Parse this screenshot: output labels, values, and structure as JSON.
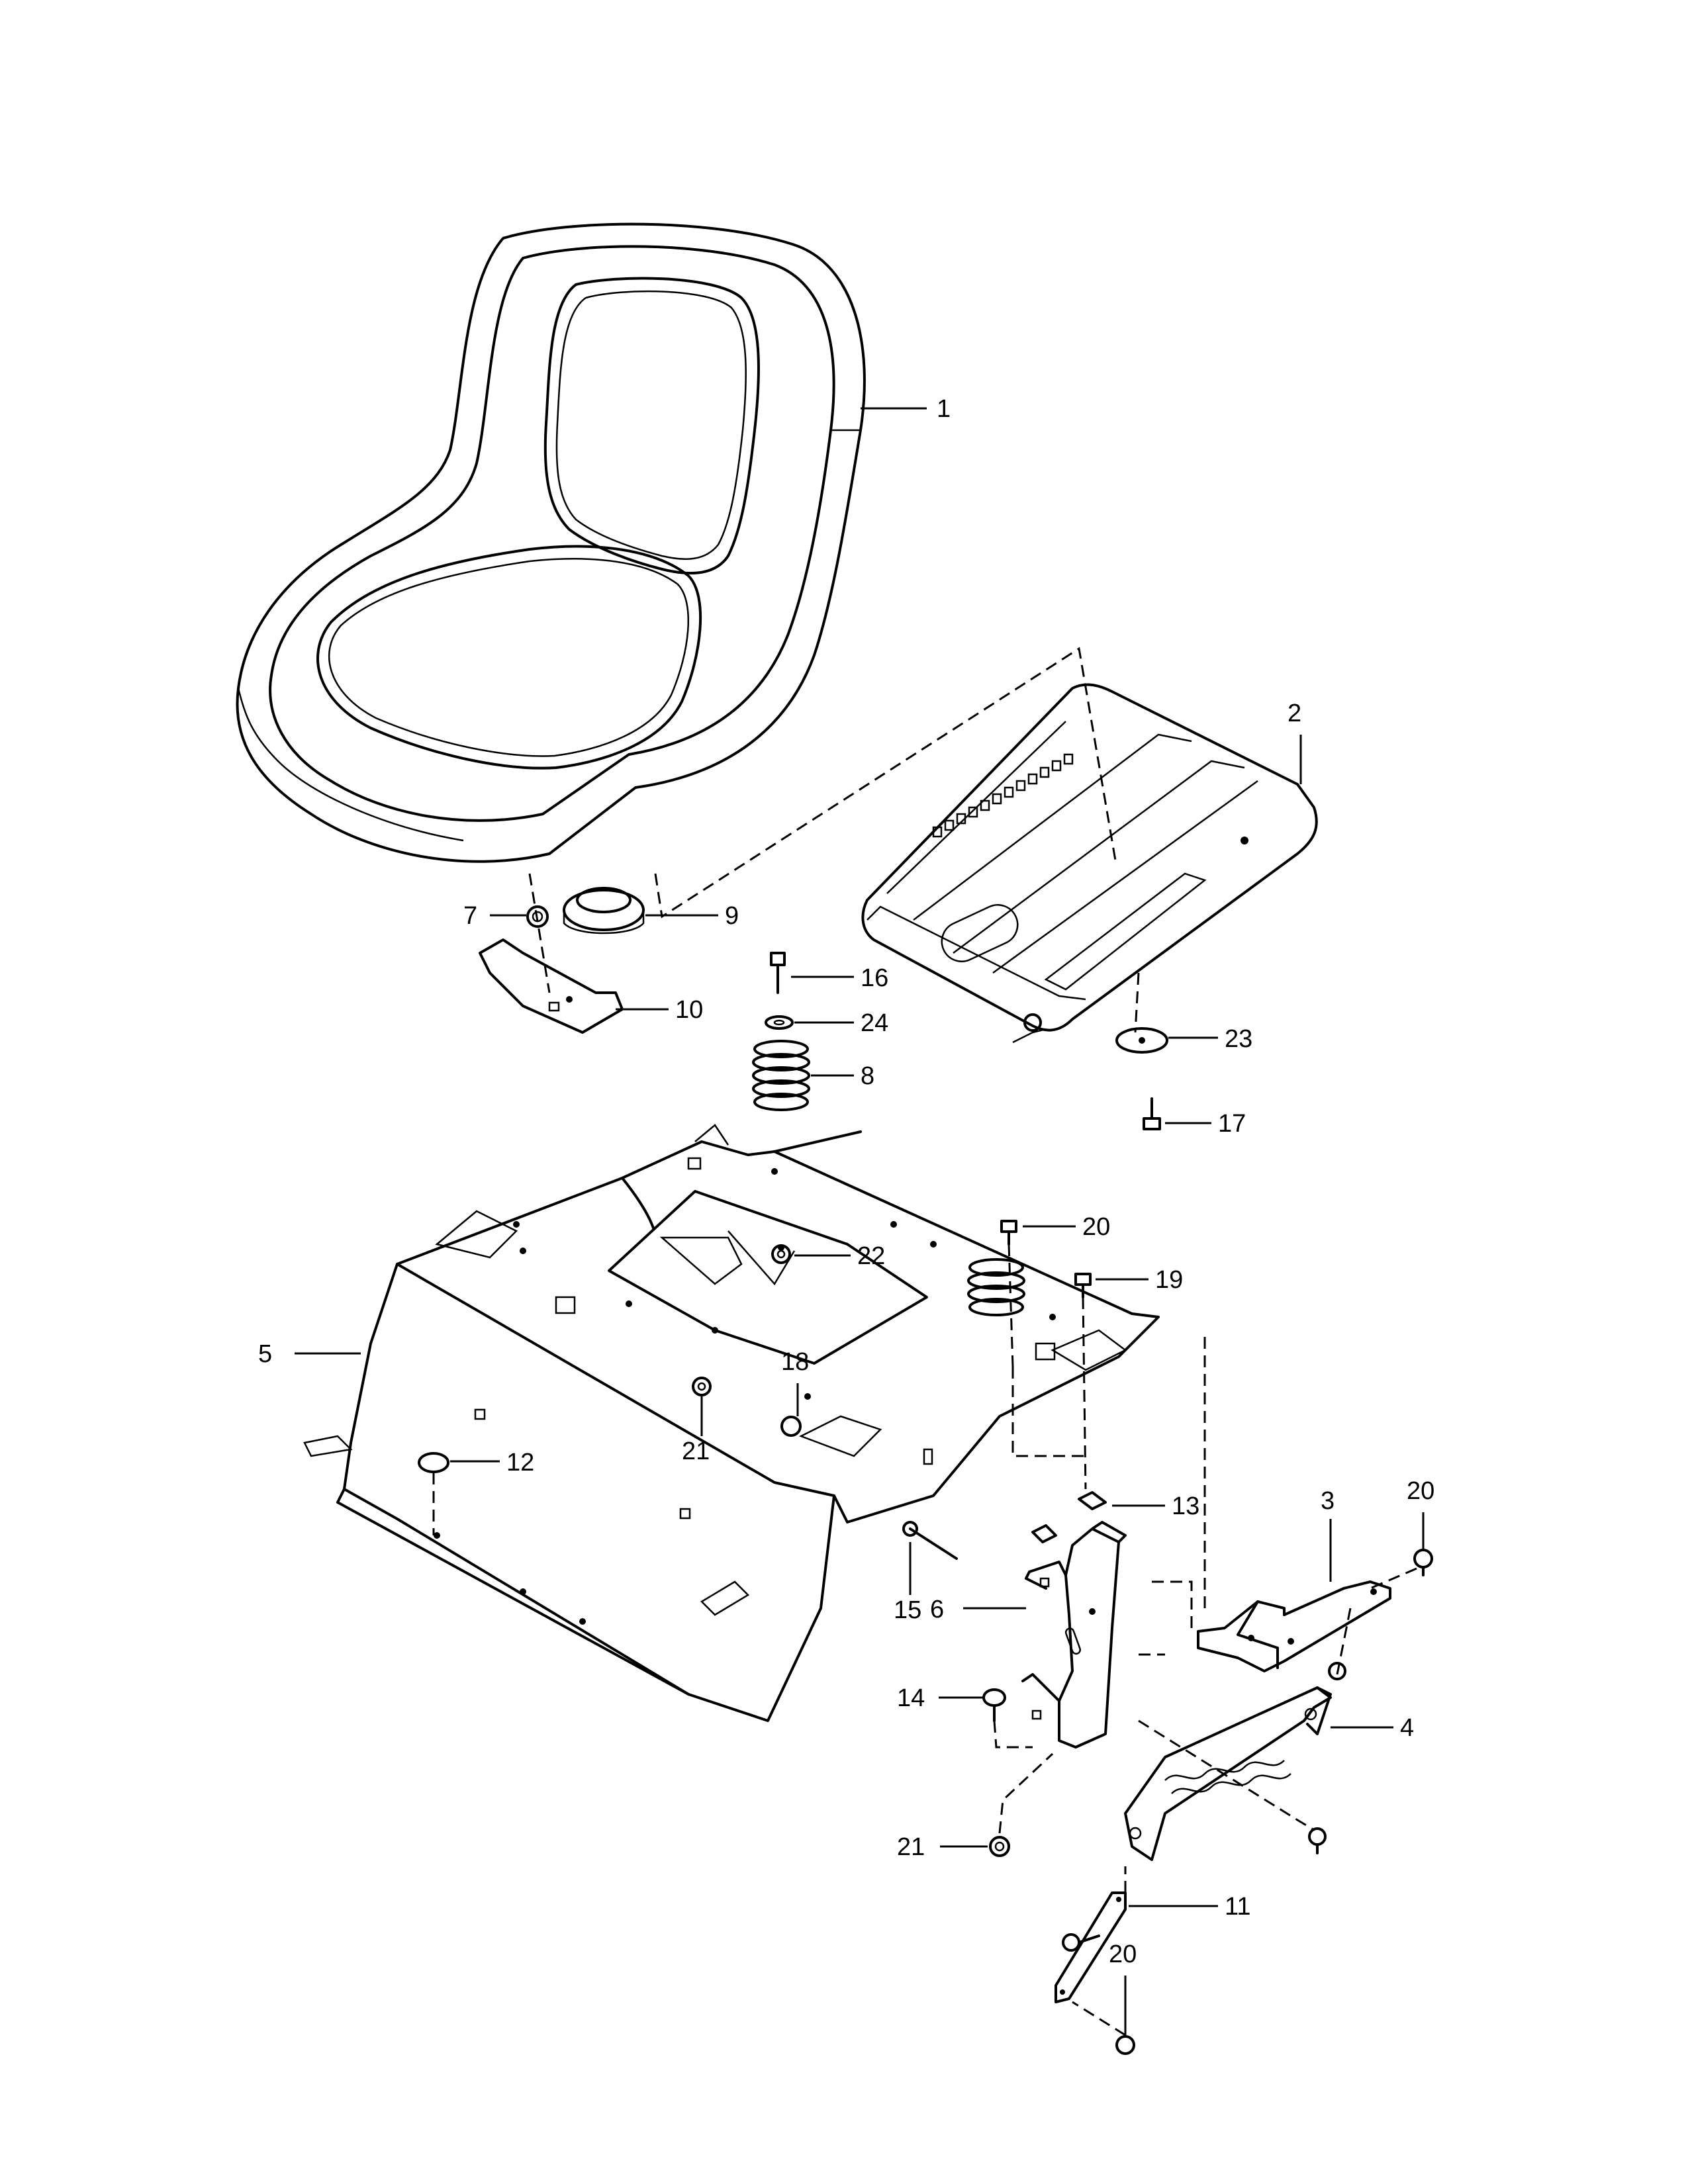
{
  "diagram": {
    "callouts": [
      {
        "id": "c1",
        "label": "1"
      },
      {
        "id": "c2",
        "label": "2"
      },
      {
        "id": "c3",
        "label": "3"
      },
      {
        "id": "c4",
        "label": "4"
      },
      {
        "id": "c5",
        "label": "5"
      },
      {
        "id": "c6",
        "label": "6"
      },
      {
        "id": "c7",
        "label": "7"
      },
      {
        "id": "c8",
        "label": "8"
      },
      {
        "id": "c9",
        "label": "9"
      },
      {
        "id": "c10",
        "label": "10"
      },
      {
        "id": "c11",
        "label": "11"
      },
      {
        "id": "c12",
        "label": "12"
      },
      {
        "id": "c13",
        "label": "13"
      },
      {
        "id": "c14",
        "label": "14"
      },
      {
        "id": "c15",
        "label": "15"
      },
      {
        "id": "c16",
        "label": "16"
      },
      {
        "id": "c17",
        "label": "17"
      },
      {
        "id": "c18",
        "label": "18"
      },
      {
        "id": "c19",
        "label": "19"
      },
      {
        "id": "c20a",
        "label": "20"
      },
      {
        "id": "c20b",
        "label": "20"
      },
      {
        "id": "c20c",
        "label": "20"
      },
      {
        "id": "c21a",
        "label": "21"
      },
      {
        "id": "c21b",
        "label": "21"
      },
      {
        "id": "c22",
        "label": "22"
      },
      {
        "id": "c23",
        "label": "23"
      },
      {
        "id": "c24",
        "label": "24"
      }
    ]
  }
}
